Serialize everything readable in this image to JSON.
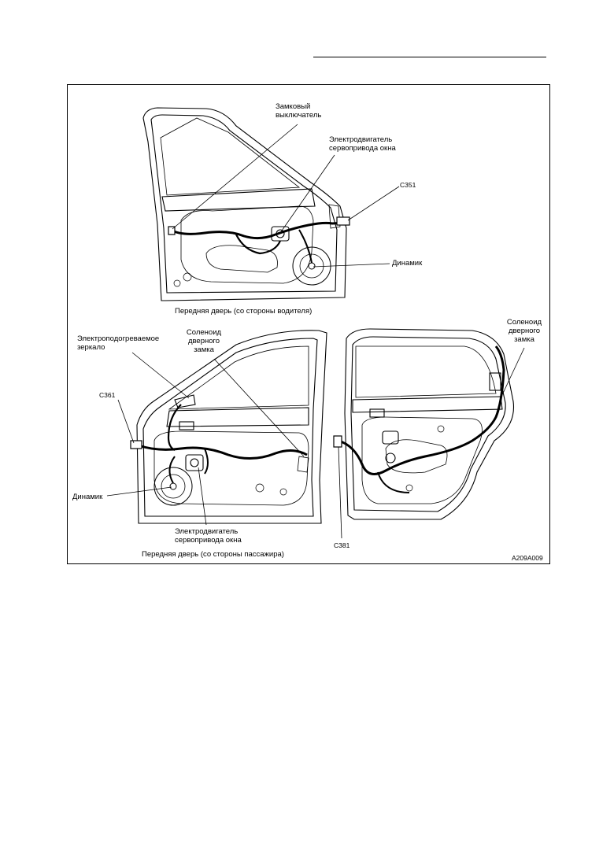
{
  "labels": {
    "lock_switch": "Замковый выключатель",
    "window_motor_top": "Электродвигатель сервопривода окна",
    "c351": "C351",
    "speaker_top": "Динамик",
    "heated_mirror": "Электроподогреваемое зеркало",
    "door_lock_solenoid_front": "Соленоид дверного замка",
    "c361": "C361",
    "speaker_bottom": "Динамик",
    "window_motor_bottom": "Электродвигатель сервопривода окна",
    "door_lock_solenoid_rear": "Соленоид дверного замка",
    "c381": "C381"
  },
  "captions": {
    "driver_door": "Передняя дверь  (со стороны водителя)",
    "passenger_door": "Передняя дверь (со стороны пассажира)"
  },
  "figure_code": "A209A009"
}
